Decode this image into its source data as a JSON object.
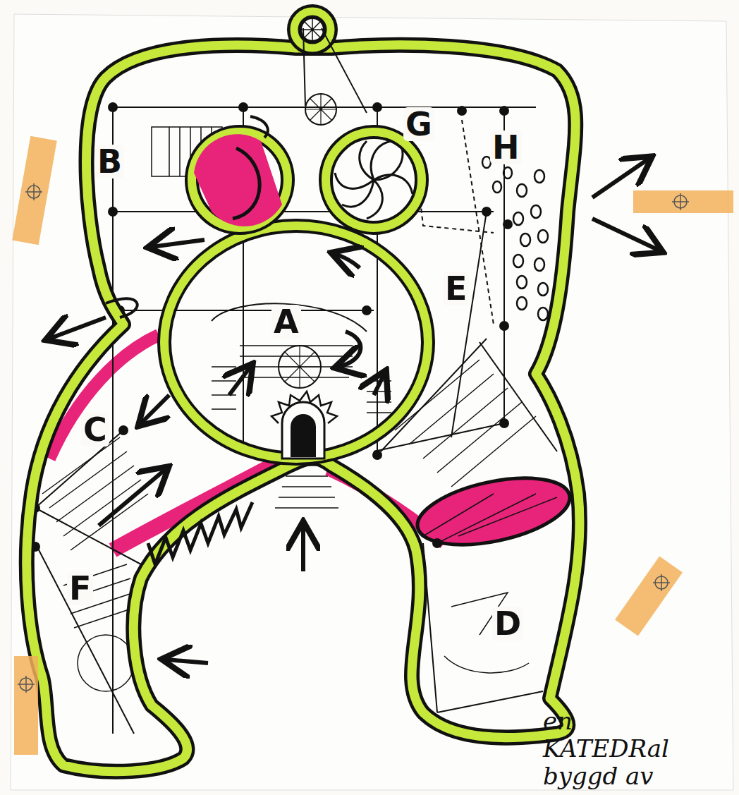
{
  "diagram": {
    "labels": [
      "B",
      "G",
      "H",
      "E",
      "A",
      "C",
      "F",
      "D",
      "en KATEDRal byggd av"
    ]
  }
}
